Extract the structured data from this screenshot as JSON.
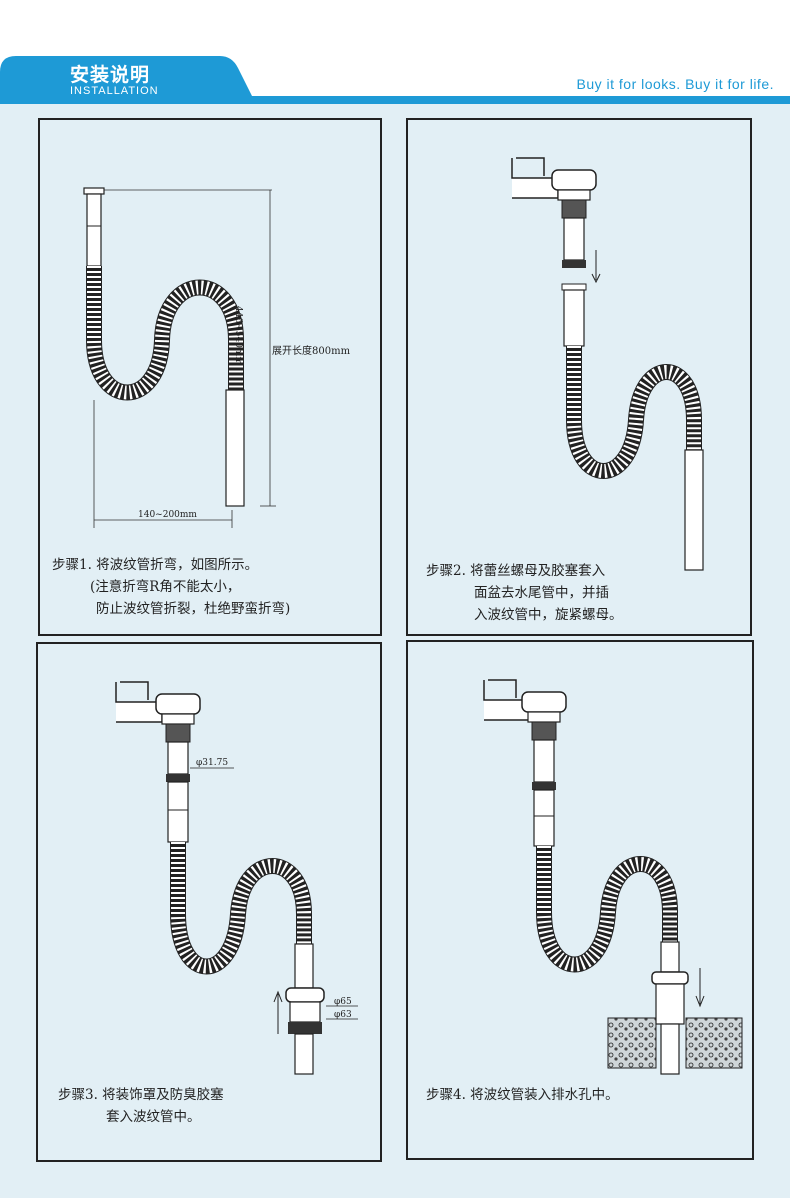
{
  "header": {
    "title": "安装说明",
    "subtitle": "INSTALLATION",
    "slogan": "Buy it for looks. Buy it for life.",
    "colors": {
      "brand": "#1e9ad6",
      "panel_bg": "#e2eff5"
    }
  },
  "steps": [
    {
      "lines": [
        "步骤1. 将波纹管折弯，如图所示。",
        "(注意折弯R角不能太小，",
        "防止波纹管折裂，杜绝野蛮折弯)"
      ],
      "dims": {
        "height": "446~540mm",
        "length": "展开长度800mm",
        "width": "140~200mm"
      }
    },
    {
      "lines": [
        "步骤2. 将蕾丝螺母及胶塞套入",
        "面盆去水尾管中，并插",
        "入波纹管中，旋紧螺母。"
      ]
    },
    {
      "lines": [
        "步骤3. 将装饰罩及防臭胶塞",
        "套入波纹管中。"
      ],
      "dims": {
        "d1": "φ31.75",
        "d2": "φ65",
        "d3": "φ63"
      }
    },
    {
      "lines": [
        "步骤4. 将波纹管装入排水孔中。"
      ]
    }
  ]
}
